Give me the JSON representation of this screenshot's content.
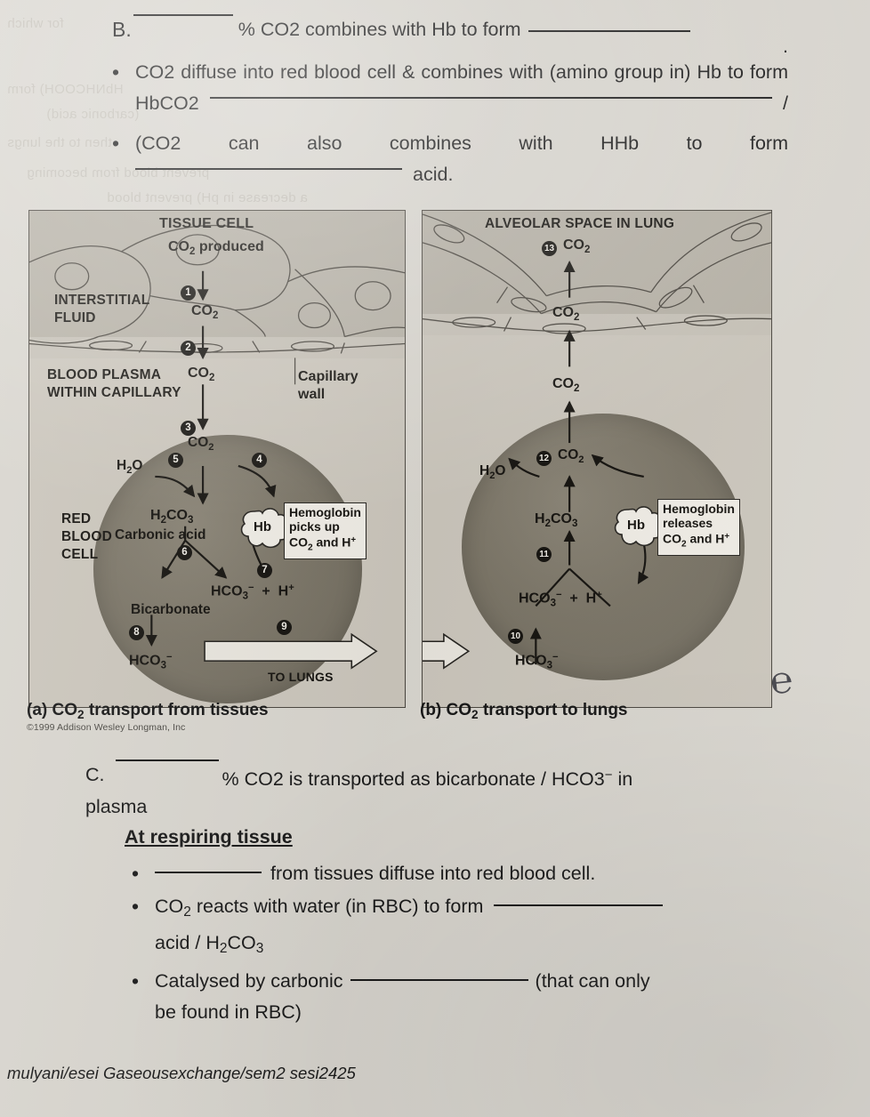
{
  "section_b": {
    "label": "B.",
    "line1_after_blank": "% CO2 combines with Hb to form",
    "line1_end": ".",
    "bullet1": "CO2 diffuse into red blood cell & combines with (amino group in) Hb to form",
    "bullet1_line2": "HbCO2",
    "bullet1_slash": "/",
    "bullet2_pre": "(CO2 can also combines with HHb to form",
    "bullet2_post": "acid."
  },
  "section_c": {
    "label": "C.",
    "text_after_blank": "% CO2 is transported as bicarbonate / HCO3",
    "superscript": "−",
    "text_tail": "in plasma",
    "heading": "At respiring tissue",
    "bullets": [
      {
        "pre": "",
        "blank": true,
        "post": "from tissues diffuse into red blood cell."
      },
      {
        "pre": "CO2 reacts with water (in RBC) to form",
        "blank": true,
        "post": ""
      },
      {
        "pre": "acid / H2CO3",
        "blank": false,
        "post": ""
      },
      {
        "pre": "Catalysed by carbonic",
        "blank": true,
        "post": "(that can only be found in RBC)"
      }
    ]
  },
  "figure": {
    "panel_a": {
      "caption_a": "(a)",
      "caption_co2": "CO",
      "caption_sub": "2",
      "caption_rest": "transport from tissues",
      "labels": {
        "tissue_cell": "TISSUE CELL",
        "co2_produced": "CO2 produced",
        "interstitial_fluid_l1": "INTERSTITIAL",
        "interstitial_fluid_l2": "FLUID",
        "co2_1": "CO2",
        "blood_plasma_l1": "BLOOD PLASMA",
        "blood_plasma_l2": "WITHIN CAPILLARY",
        "co2_2": "CO2",
        "capillary_wall_l1": "Capillary",
        "capillary_wall_l2": "wall",
        "co2_3": "CO2",
        "h2o": "H2O",
        "red_blood_cell_l1": "RED",
        "red_blood_cell_l2": "BLOOD",
        "red_blood_cell_l3": "CELL",
        "h2co3": "H2CO3",
        "carbonic_acid": "Carbonic acid",
        "hb": "Hb",
        "hco3": "HCO3",
        "plus": "+",
        "hplus": "H",
        "bicarbonate": "Bicarbonate",
        "hco3_out": "HCO3",
        "to_lungs": "TO LUNGS"
      },
      "callout": {
        "l1": "Hemoglobin",
        "l2": "picks up",
        "l3": "CO2 and H+"
      },
      "badges": [
        "1",
        "2",
        "3",
        "4",
        "5",
        "6",
        "7",
        "8",
        "9"
      ]
    },
    "panel_b": {
      "caption_a": "(b)",
      "caption_co2": "CO",
      "caption_sub": "2",
      "caption_rest": "transport to lungs",
      "labels": {
        "alveolar_space": "ALVEOLAR SPACE IN LUNG",
        "co2_13": "CO2",
        "co2_mid": "CO2",
        "co2_plasma": "CO2",
        "co2_12": "CO2",
        "h2o": "H2O",
        "h2co3": "H2CO3",
        "hb": "Hb",
        "hco3": "HCO3",
        "plus": "+",
        "hplus": "H",
        "hco3_in": "HCO3"
      },
      "callout": {
        "l1": "Hemoglobin",
        "l2": "releases",
        "l3": "CO2 and H+"
      },
      "badges": [
        "13",
        "12",
        "11",
        "10"
      ]
    },
    "copyright": "©1999 Addison Wesley Longman, Inc"
  },
  "footer": "mulyani/esei Gaseousexchange/sem2 sesi2425",
  "ghost_text": [
    "for which",
    "HbNHCOOH) form",
    "(carbonic acid)",
    "then to the lungs",
    "prevent blood from becoming",
    "a decrease in pH) prevent blood"
  ],
  "colors": {
    "paper": "#d9d6cf",
    "ink": "#1a1a1a",
    "rbc": "#7b7567",
    "tissue": "#b6b1a6",
    "plasma": "#cbc6bc"
  }
}
